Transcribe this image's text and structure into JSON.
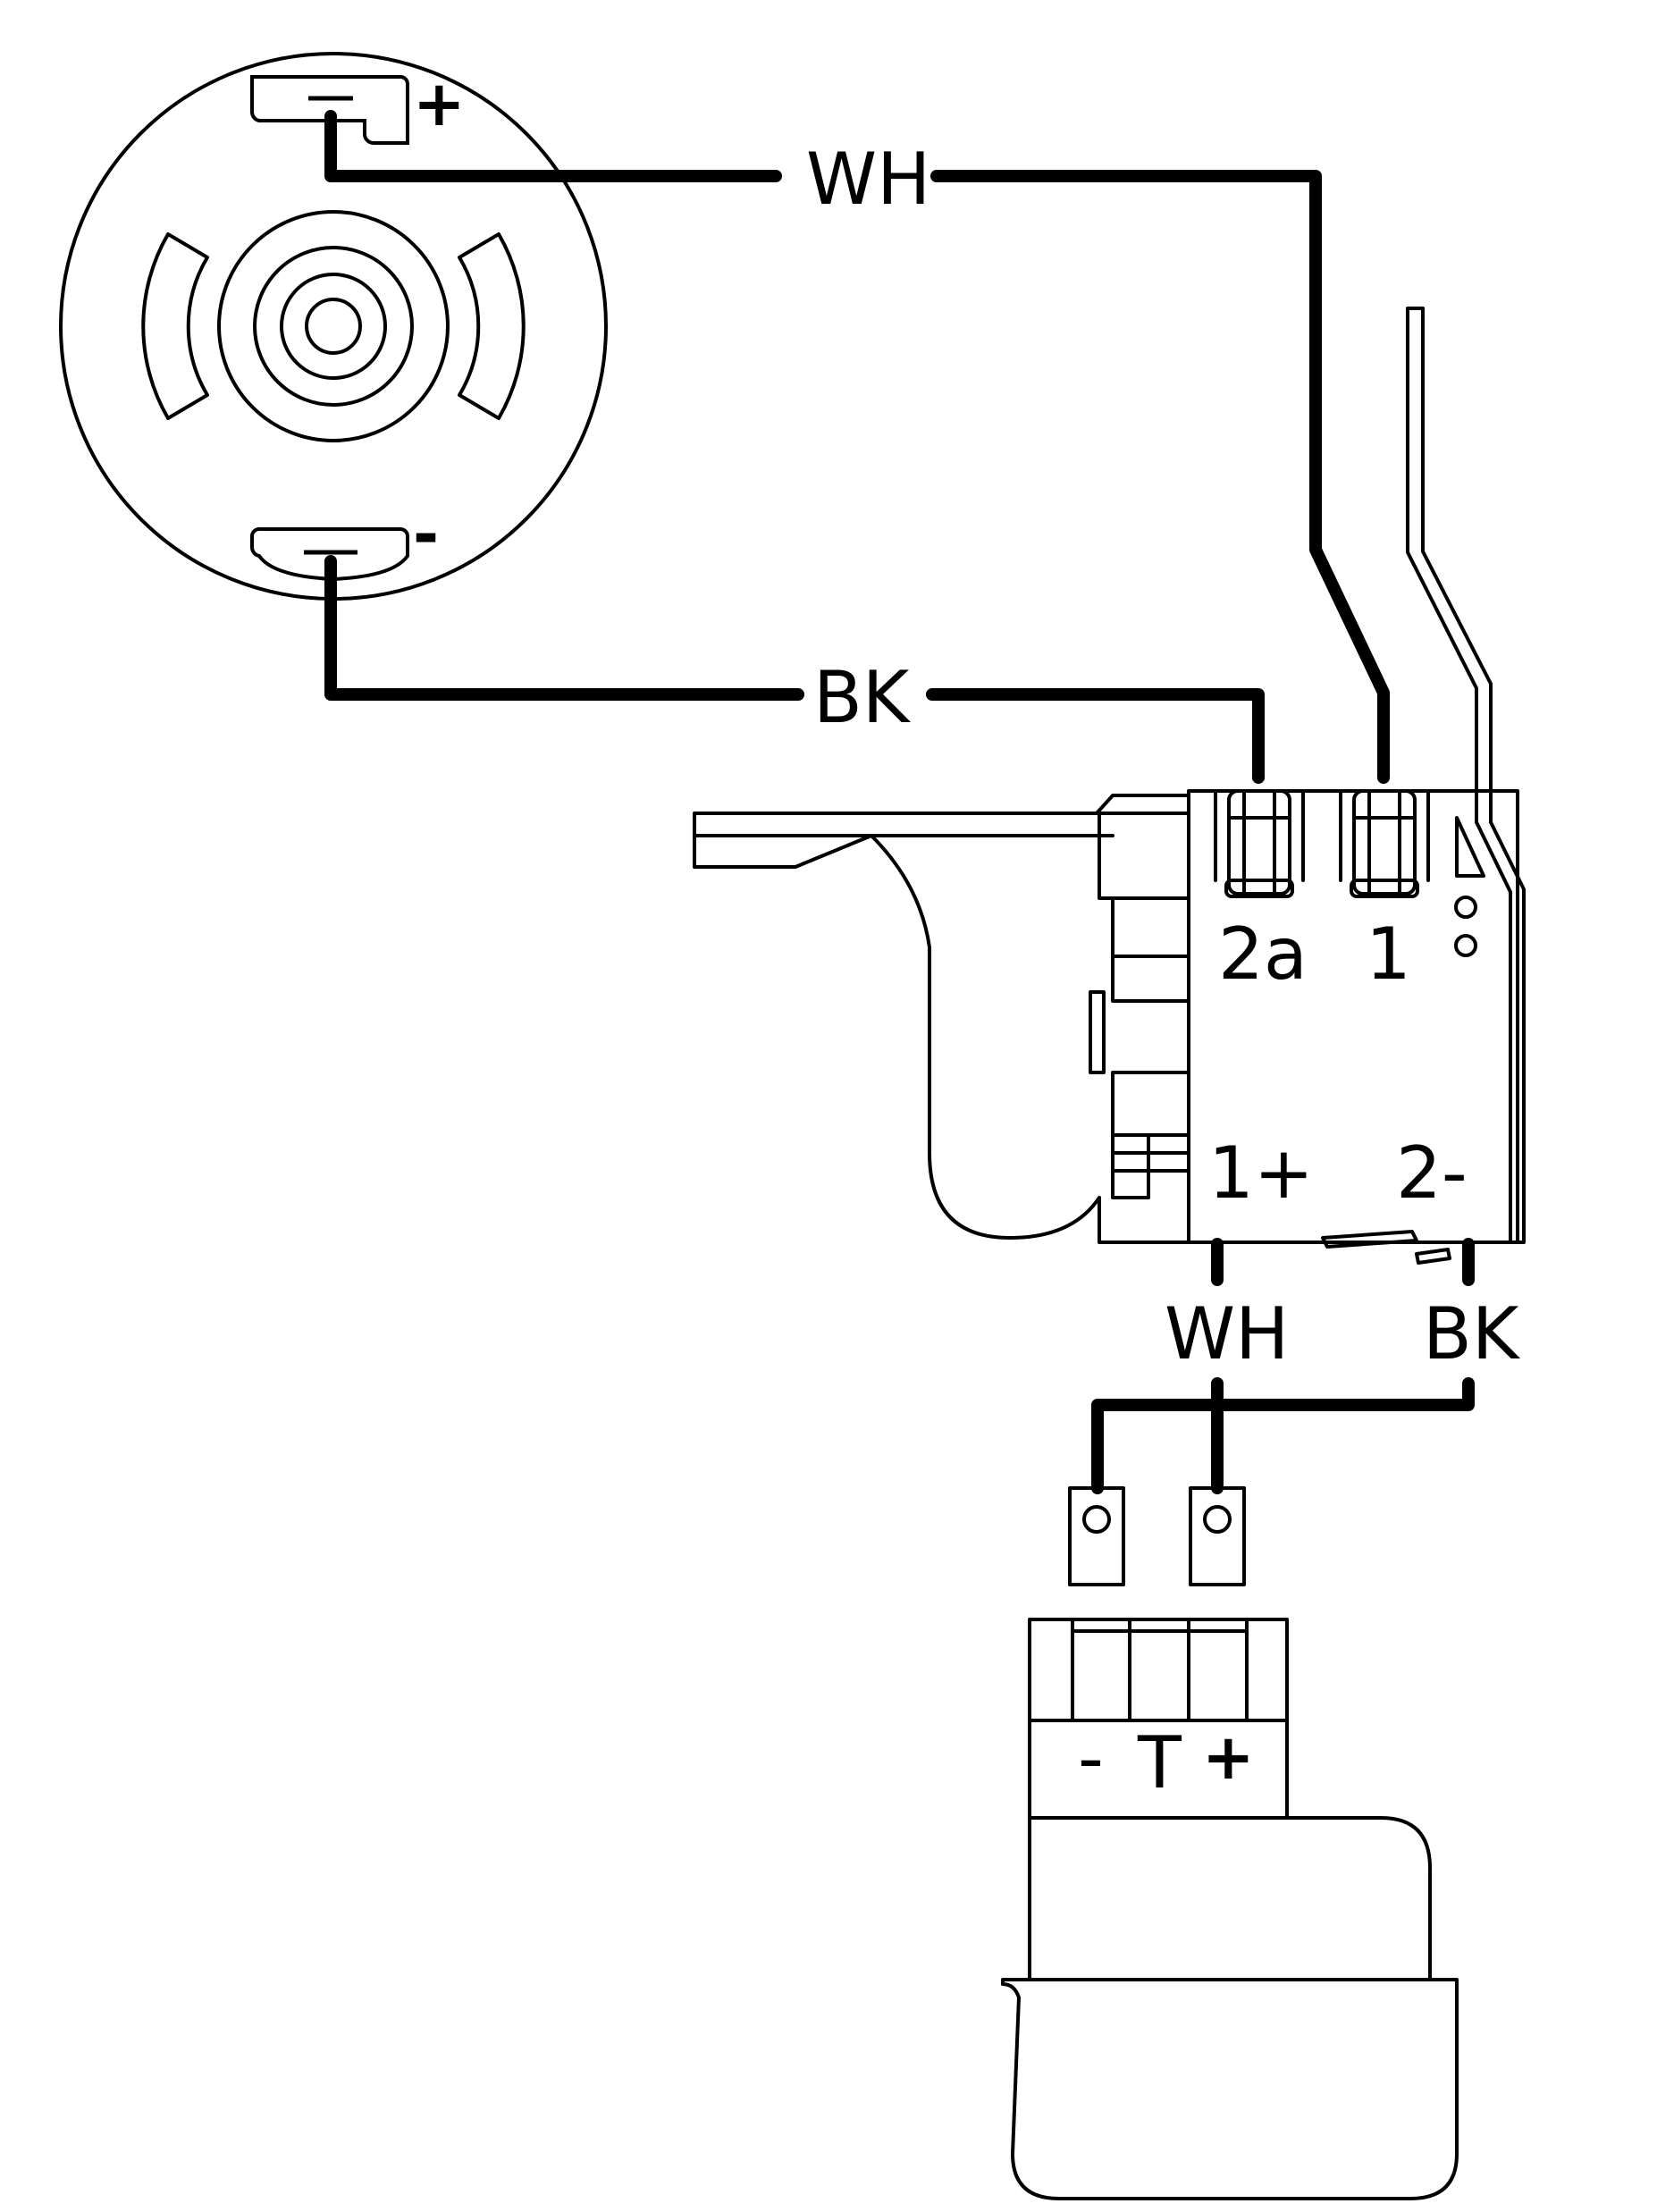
{
  "motor": {
    "terminal_plus": "+",
    "terminal_minus": "-"
  },
  "wires": {
    "motor_plus_to_switch": "WH",
    "motor_minus_to_switch": "BK",
    "switch_to_battery_pos": "WH",
    "switch_to_battery_neg": "BK"
  },
  "switch": {
    "terminal_top_left": "2a",
    "terminal_top_right": "1",
    "terminal_bottom_left": "1+",
    "terminal_bottom_right": "2-"
  },
  "battery": {
    "terminal_minus": "-",
    "terminal_t": "T",
    "terminal_plus": "+"
  }
}
